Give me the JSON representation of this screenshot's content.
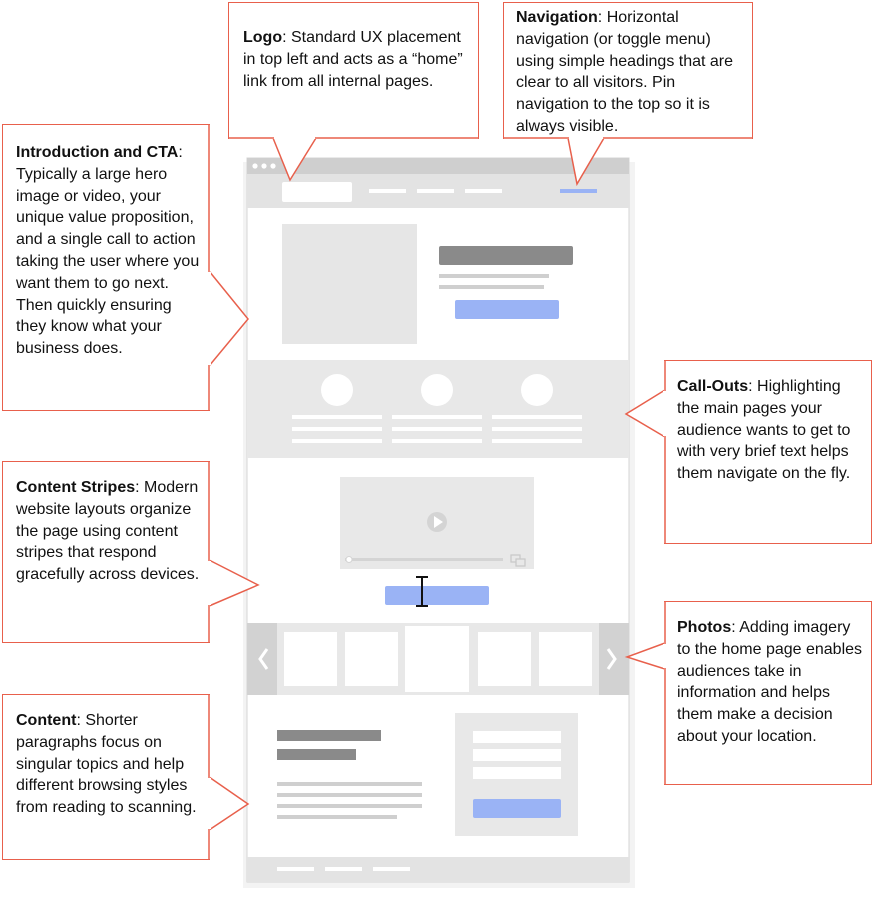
{
  "callouts": {
    "logo": {
      "heading": "Logo",
      "body": ": Standard UX placement in top left and acts as a “home” link from all internal pages."
    },
    "navigation": {
      "heading": "Navigation",
      "body": ": Horizontal navigation (or toggle menu) using simple headings that are clear to all visitors. Pin navigation to the top so it is always visible."
    },
    "intro": {
      "heading": "Introduction and CTA",
      "body": ": Typically a large hero image or video, your unique value proposition, and a single call to action taking the user where you want them to go next. Then quickly ensuring they know what your business does."
    },
    "callouts": {
      "heading": "Call-Outs",
      "body": ": Highlighting the main pages your audience wants to get to with very brief text helps them navigate on the fly."
    },
    "stripes": {
      "heading": "Content Stripes",
      "body": ": Modern website layouts organize the page using content stripes that respond gracefully across devices."
    },
    "photos": {
      "heading": "Photos",
      "body": ": Adding imagery to the home page enables audiences take in information and helps them make a decision about your location."
    },
    "content": {
      "heading": "Content",
      "body": ": Shorter paragraphs focus on singular topics and help different browsing styles from reading to scanning."
    }
  },
  "colors": {
    "callout_border": "#e8604c",
    "wire_dark": "#cccccc",
    "wire_mid": "#e3e3e3",
    "wire_light": "#ececec",
    "button_blue": "#9ab3f5",
    "heading_gray": "#8a8a8a"
  }
}
